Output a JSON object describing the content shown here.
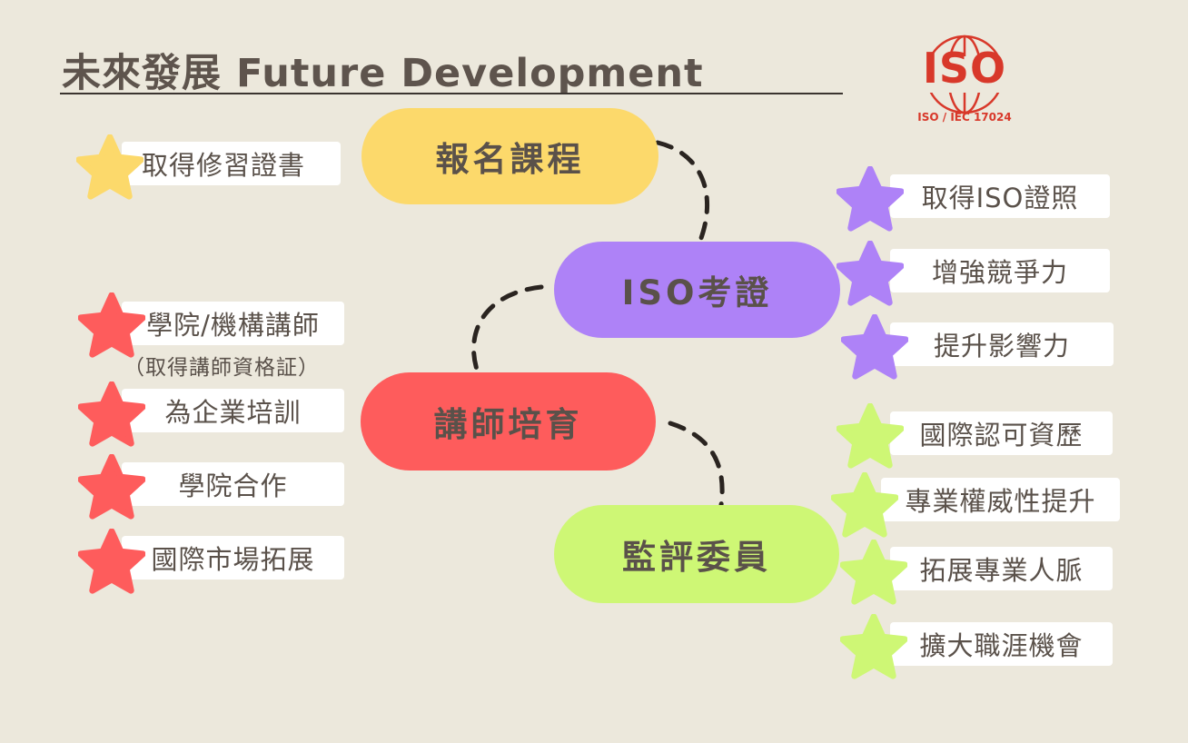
{
  "header": {
    "title": "未來發展  Future  Development"
  },
  "logo": {
    "main_text": "ISO",
    "sub_text": "ISO / IEC 17024",
    "color": "#d8382a"
  },
  "colors": {
    "background": "#ece8dc",
    "yellow": "#fcd96b",
    "purple": "#ae82f7",
    "red": "#fe5c5c",
    "green": "#cef775",
    "connector": "#2a2420"
  },
  "nodes": {
    "enroll": "報名課程",
    "iso_exam": "ISO考證",
    "trainer": "講師培育",
    "assessor": "監評委員"
  },
  "branches": {
    "enroll": [
      "取得修習證書"
    ],
    "iso_exam": [
      "取得ISO證照",
      "增強競爭力",
      "提升影響力"
    ],
    "trainer": [
      "學院/機構講師",
      "為企業培訓",
      "學院合作",
      "國際市場拓展"
    ],
    "trainer_note": "（取得講師資格証）",
    "assessor": [
      "國際認可資歷",
      "專業權威性提升",
      "拓展專業人脈",
      "擴大職涯機會"
    ]
  },
  "icons": {
    "bullet": "star-icon",
    "logo_globe": "globe-icon"
  }
}
